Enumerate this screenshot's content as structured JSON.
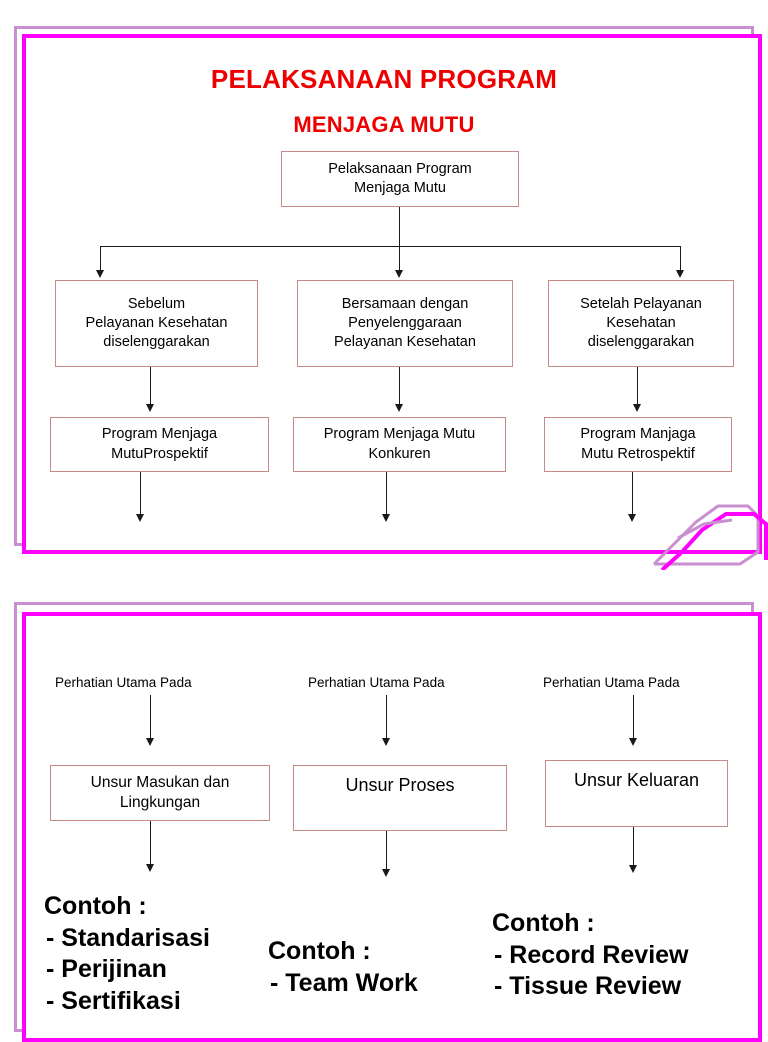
{
  "colors": {
    "frame_outer": "#c98fd0",
    "frame_inner": "#ff00ff",
    "title_red": "#ee0000",
    "box_border": "#c58a86",
    "connector": "#1a1a1a",
    "background": "#ffffff"
  },
  "slide1": {
    "title": {
      "line1": "PELAKSANAAN PROGRAM",
      "line2": "MENJAGA MUTU"
    },
    "root_box": "Pelaksanaan Program Menjaga Mutu",
    "root_box_lines": [
      "Pelaksanaan Program",
      "Menjaga Mutu"
    ],
    "phase_boxes": [
      {
        "lines": [
          "Sebelum",
          "Pelayanan Kesehatan",
          "diselenggarakan"
        ]
      },
      {
        "lines": [
          "Bersamaan dengan",
          "Penyelenggaraan",
          "Pelayanan Kesehatan"
        ]
      },
      {
        "lines": [
          "Setelah Pelayanan",
          "Kesehatan",
          "diselenggarakan"
        ]
      }
    ],
    "program_boxes": [
      {
        "lines": [
          "Program Menjaga",
          "MutuProspektif"
        ]
      },
      {
        "lines": [
          "Program Menjaga Mutu",
          "Konkuren"
        ]
      },
      {
        "lines": [
          "Program Manjaga",
          "Mutu Retrospektif"
        ]
      }
    ]
  },
  "slide2": {
    "captions": [
      "Perhatian Utama Pada",
      "Perhatian Utama Pada",
      "Perhatian Utama Pada"
    ],
    "element_boxes": [
      {
        "lines": [
          "Unsur Masukan dan",
          "Lingkungan"
        ]
      },
      {
        "lines": [
          "Unsur Proses"
        ]
      },
      {
        "lines": [
          "Unsur Keluaran"
        ]
      }
    ],
    "examples": [
      {
        "head": "Contoh :",
        "items": [
          "-  Standarisasi",
          "-  Perijinan",
          "-  Sertifikasi"
        ]
      },
      {
        "head": "Contoh :",
        "items": [
          "-  Team Work"
        ]
      },
      {
        "head": "Contoh :",
        "items": [
          "-  Record Review",
          "-  Tissue Review"
        ]
      }
    ]
  }
}
